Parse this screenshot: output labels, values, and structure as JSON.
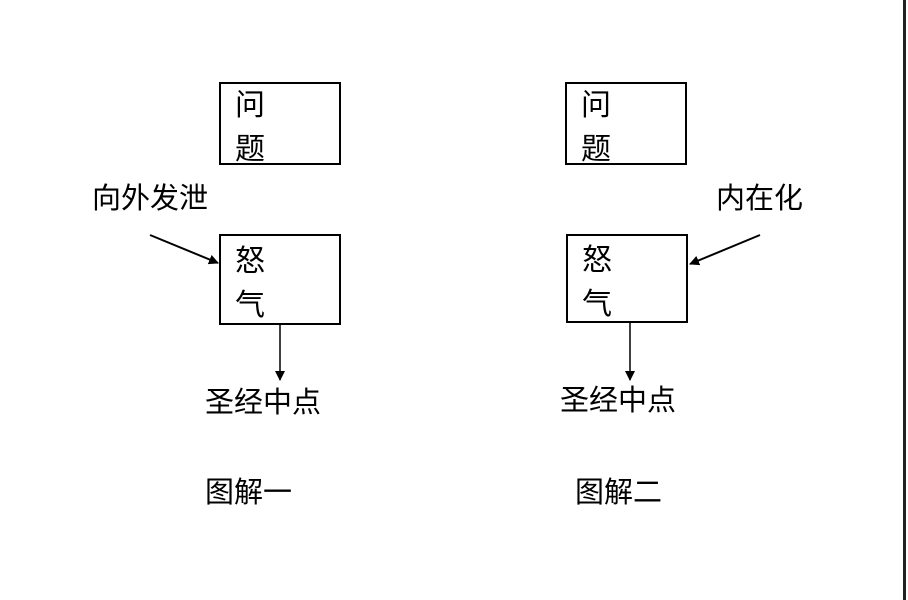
{
  "diagram1": {
    "problem": "问 题",
    "anger": "怒 气",
    "side_label": "向外发泄",
    "result": "圣经中点",
    "caption": "图解一"
  },
  "diagram2": {
    "problem": "问 题",
    "anger": "怒 气",
    "side_label": "内在化",
    "result": "圣经中点",
    "caption": "图解二"
  }
}
